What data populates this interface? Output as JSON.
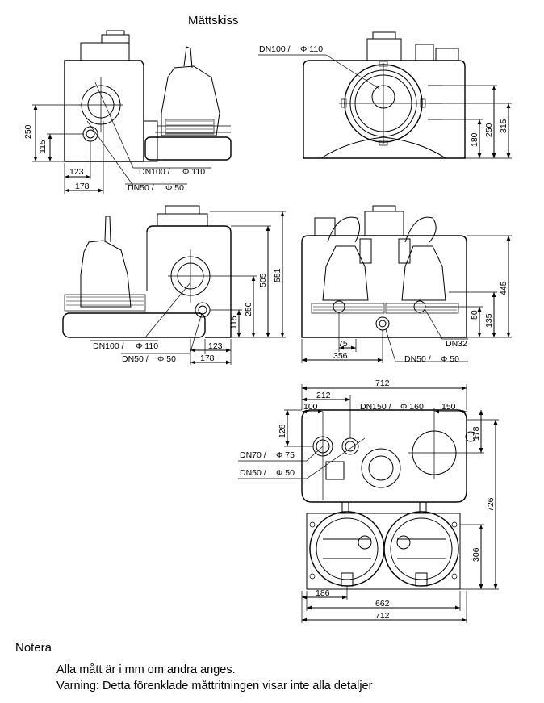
{
  "title": "Mättskiss",
  "labels": {
    "dn100_110": "DN100 /",
    "phi_110": "Φ 110",
    "dn50": "DN50 /",
    "phi_50": "Φ 50",
    "dn70": "DN70 /",
    "phi_75": "Φ 75",
    "dn150": "DN150 /",
    "phi_160": "Φ 160",
    "dn32": "DN32"
  },
  "dimensions": {
    "d250": "250",
    "d115": "115",
    "d123": "123",
    "d178": "178",
    "d315": "315",
    "d180": "180",
    "d551": "551",
    "d505": "505",
    "d445": "445",
    "d50": "50",
    "d135": "135",
    "d75": "75",
    "d356": "356",
    "d712": "712",
    "d212": "212",
    "d100": "100",
    "d150": "150",
    "d128": "128",
    "d726": "726",
    "d306": "306",
    "d186": "186",
    "d662": "662"
  },
  "notes": {
    "title": "Notera",
    "line1": "Alla mått är i mm om andra anges.",
    "line2": "Varning: Detta förenklade måttritningen visar inte alla detaljer"
  }
}
